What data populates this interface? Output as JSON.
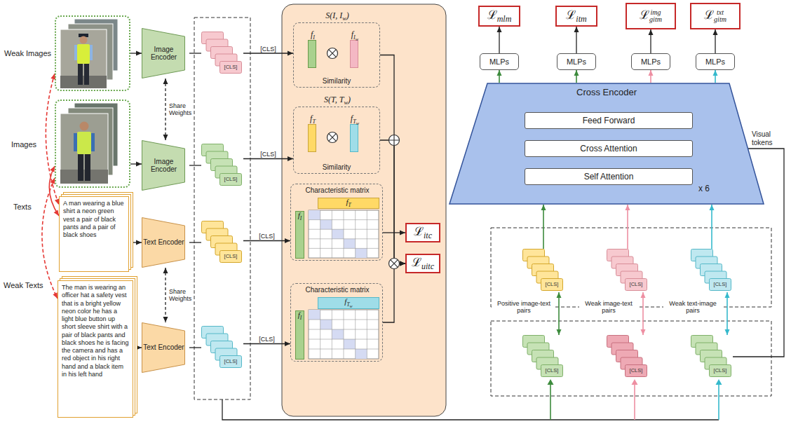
{
  "diagram": {
    "nodes": [
      {
        "text": [
          "Weak Images"
        ]
      },
      {
        "text": [
          "Images"
        ]
      },
      {
        "text": [
          "Texts",
          "A man wearing a blue shirt a neon green vest a pair of black pants and a pair of black shoes"
        ]
      },
      {
        "text": [
          "Weak Texts",
          "The man is wearing an officer hat a safety vest that is a bright yellow neon color he has a light blue button up short sleeve shirt with a pair of black pants and black shoes he is facing the camera and has a red object in his right hand and a black item in his left hand"
        ]
      },
      {
        "text": [
          "Image Encoder"
        ]
      },
      {
        "text": [
          "Image Encoder"
        ]
      },
      {
        "text": [
          "Text Encoder"
        ]
      },
      {
        "text": [
          "Text Encoder"
        ]
      },
      {
        "text": [
          "[CLS]"
        ]
      },
      {
        "text": [
          "[CLS]"
        ]
      },
      {
        "text": [
          "[CLS]"
        ]
      },
      {
        "text": [
          "[CLS]"
        ]
      },
      {
        "text": [
          "S(I, I",
          "w",
          ")",
          "Similarity"
        ]
      },
      {
        "text": [
          "f",
          "I"
        ],
        "in": 12
      },
      {
        "text": [
          "f",
          "I",
          "w"
        ],
        "in": 12
      },
      {
        "text": [
          "S(T, T",
          "w",
          ")",
          "Similarity"
        ]
      },
      {
        "text": [
          "f",
          "T"
        ],
        "in": 15
      },
      {
        "text": [
          "f",
          "T",
          "w"
        ],
        "in": 15
      },
      {
        "text": [
          "Characteristic matrix"
        ]
      },
      {
        "text": [
          "f",
          "T"
        ],
        "in": 18
      },
      {
        "text": [
          "f",
          "I"
        ],
        "in": 18
      },
      {
        "text": [
          "Characteristic matrix"
        ]
      },
      {
        "text": [
          "f",
          "T",
          "w"
        ],
        "in": 21
      },
      {
        "text": [
          "f",
          "I"
        ],
        "in": 21
      },
      {
        "text": [
          "ℒ",
          "itc"
        ]
      },
      {
        "text": [
          "ℒ",
          "uitc"
        ]
      },
      {
        "text": [
          "ℒ",
          "mlm"
        ]
      },
      {
        "text": [
          "ℒ",
          "itm"
        ]
      },
      {
        "text": [
          "ℒ",
          "gitm",
          "img"
        ]
      },
      {
        "text": [
          "ℒ",
          "gitm",
          "txt"
        ]
      },
      {
        "text": [
          "MLPs"
        ]
      },
      {
        "text": [
          "MLPs"
        ]
      },
      {
        "text": [
          "MLPs"
        ]
      },
      {
        "text": [
          "MLPs"
        ]
      },
      {
        "text": [
          "Cross Encoder",
          "x 6"
        ]
      },
      {
        "text": [
          "Feed Forward"
        ],
        "in": 34
      },
      {
        "text": [
          "Cross Attention"
        ],
        "in": 34
      },
      {
        "text": [
          "Self Attention"
        ],
        "in": 34
      },
      {
        "text": [
          "[CLS]"
        ]
      },
      {
        "text": [
          "[CLS]"
        ]
      },
      {
        "text": [
          "[CLS]"
        ]
      },
      {
        "text": [
          "[CLS]"
        ]
      },
      {
        "text": [
          "[CLS]"
        ]
      },
      {
        "text": [
          "[CLS]"
        ]
      }
    ],
    "edges": [
      {
        "from": 0,
        "to": 2,
        "arrow": "both"
      },
      {
        "from": 1,
        "to": 2,
        "arrow": "both"
      },
      {
        "from": 1,
        "to": 3,
        "arrow": "both"
      },
      {
        "from": 0,
        "to": 4,
        "arrow": "to"
      },
      {
        "from": 1,
        "to": 5,
        "arrow": "to"
      },
      {
        "from": 2,
        "to": 6,
        "arrow": "to"
      },
      {
        "from": 3,
        "to": 7,
        "arrow": "to"
      },
      {
        "from": 4,
        "to": 5,
        "arrow": "both",
        "label": "Share Weights"
      },
      {
        "from": 6,
        "to": 7,
        "arrow": "both",
        "label": "Share Weights"
      },
      {
        "from": 4,
        "to": 8,
        "arrow": "none"
      },
      {
        "from": 5,
        "to": 9,
        "arrow": "none"
      },
      {
        "from": 6,
        "to": 10,
        "arrow": "none"
      },
      {
        "from": 7,
        "to": 11,
        "arrow": "none"
      },
      {
        "from": 8,
        "to": 12,
        "arrow": "to",
        "label": "[CLS]"
      },
      {
        "from": 9,
        "to": 15,
        "arrow": "to",
        "label": "[CLS]"
      },
      {
        "from": 10,
        "to": 18,
        "arrow": "to",
        "label": "[CLS]"
      },
      {
        "from": 11,
        "to": 21,
        "arrow": "to",
        "label": "[CLS]"
      },
      {
        "from": 12,
        "to": 25,
        "arrow": "to"
      },
      {
        "from": 15,
        "to": 25,
        "arrow": "to"
      },
      {
        "from": 18,
        "to": 24,
        "arrow": "to"
      },
      {
        "from": 21,
        "to": 25,
        "arrow": "to"
      },
      {
        "from": 30,
        "to": 26,
        "arrow": "to"
      },
      {
        "from": 31,
        "to": 27,
        "arrow": "to"
      },
      {
        "from": 32,
        "to": 28,
        "arrow": "to"
      },
      {
        "from": 33,
        "to": 29,
        "arrow": "to"
      },
      {
        "from": 34,
        "to": 30,
        "arrow": "to"
      },
      {
        "from": 34,
        "to": 31,
        "arrow": "to"
      },
      {
        "from": 34,
        "to": 32,
        "arrow": "to"
      },
      {
        "from": 34,
        "to": 33,
        "arrow": "to"
      },
      {
        "from": 38,
        "to": 34,
        "arrow": "to"
      },
      {
        "from": 39,
        "to": 34,
        "arrow": "to"
      },
      {
        "from": 40,
        "to": 34,
        "arrow": "to"
      },
      {
        "from": 38,
        "to": 41,
        "arrow": "both"
      },
      {
        "from": 39,
        "to": 42,
        "arrow": "both"
      },
      {
        "from": 40,
        "to": 43,
        "arrow": "both"
      },
      {
        "from": 43,
        "to": 36,
        "arrow": "to",
        "label": "Visual tokens"
      }
    ],
    "labels": [
      "Positive image-text pairs",
      "Weak image-text pairs",
      "Weak text-image pairs"
    ]
  }
}
